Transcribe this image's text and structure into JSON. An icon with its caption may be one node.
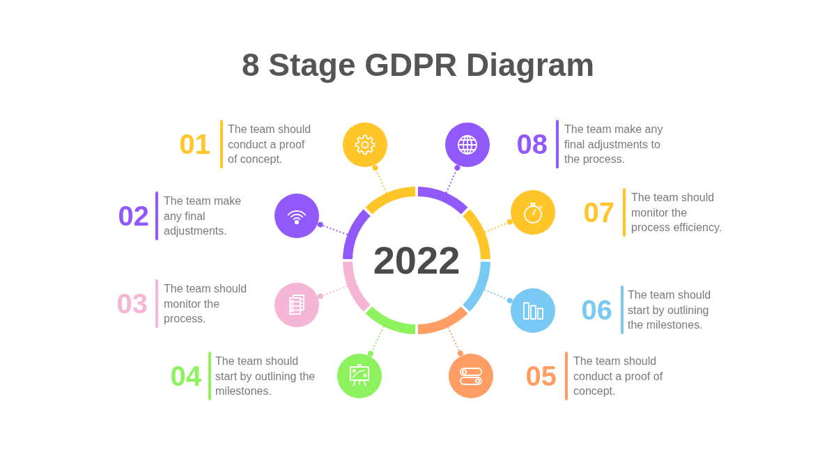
{
  "diagram": {
    "title": "8 Stage GDPR Diagram",
    "nodes": [
      {
        "text": [
          "2022"
        ]
      },
      {
        "text": [],
        "shape": "circle",
        "beside": [
          "01",
          "The team should conduct a proof of concept."
        ]
      },
      {
        "text": [],
        "shape": "circle",
        "beside": [
          "02",
          "The team make any final adjustments."
        ]
      },
      {
        "text": [],
        "shape": "circle",
        "beside": [
          "03",
          "The team should monitor the process."
        ]
      },
      {
        "text": [],
        "shape": "circle",
        "beside": [
          "04",
          "The team should start by outlining the milestones."
        ]
      },
      {
        "text": [],
        "shape": "circle",
        "beside": [
          "05",
          "The team should conduct a proof of concept."
        ]
      },
      {
        "text": [],
        "shape": "circle",
        "beside": [
          "06",
          "The team should start by outlining the milestones."
        ]
      },
      {
        "text": [],
        "shape": "circle",
        "beside": [
          "07",
          "The team should monitor the process efficiency."
        ]
      },
      {
        "text": [],
        "shape": "circle",
        "beside": [
          "08",
          "The team make any final adjustments to the process."
        ]
      }
    ],
    "edges": [
      {
        "from": 0,
        "to": 1,
        "arrow": "other",
        "style": "dashed",
        "color": "#ffc529"
      },
      {
        "from": 0,
        "to": 2,
        "arrow": "other",
        "style": "dashed",
        "color": "#9158fb"
      },
      {
        "from": 0,
        "to": 3,
        "arrow": "other",
        "style": "dashed",
        "color": "#f5b5d4"
      },
      {
        "from": 0,
        "to": 4,
        "arrow": "other",
        "style": "dashed",
        "color": "#8cf25e"
      },
      {
        "from": 0,
        "to": 5,
        "arrow": "other",
        "style": "dashed",
        "color": "#ff9d64"
      },
      {
        "from": 0,
        "to": 6,
        "arrow": "other",
        "style": "dashed",
        "color": "#78c9f3"
      },
      {
        "from": 0,
        "to": 7,
        "arrow": "other",
        "style": "dashed",
        "color": "#ffc529"
      },
      {
        "from": 0,
        "to": 8,
        "arrow": "other",
        "style": "dashed",
        "color": "#9158fb"
      }
    ]
  }
}
